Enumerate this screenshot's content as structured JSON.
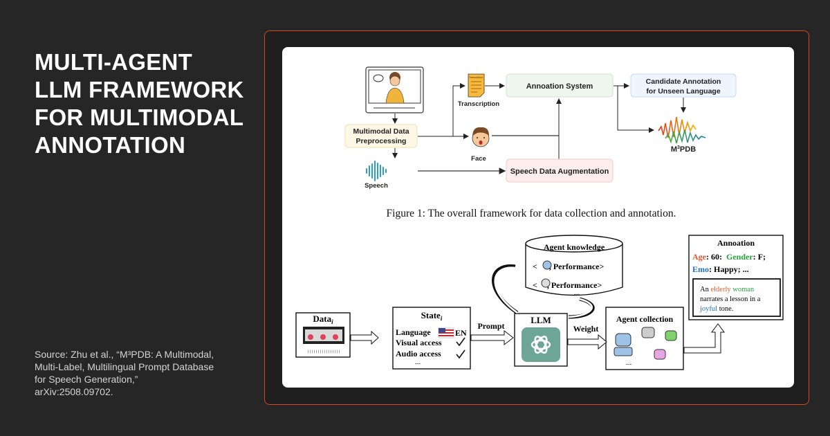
{
  "headline": [
    "MULTI-AGENT",
    "LLM FRAMEWORK",
    "FOR MULTIMODAL",
    "ANNOTATION"
  ],
  "source": "Source: Zhu et al., “M³PDB: A Multimodal, Multi-Label, Multilingual Prompt Database for Speech Generation,” arXiv:2508.09702.",
  "colors": {
    "background": "#262626",
    "accent_border": "#d8461f",
    "panel": "#ffffff"
  },
  "figure1": {
    "preprocessing": [
      "Multimodal Data",
      "Preprocessing"
    ],
    "speech": "Speech",
    "transcription": "Transcription",
    "transcription_doc": "Transcription",
    "face": "Face",
    "annotation_system": "Annoation System",
    "speech_augmentation": "Speech Data Augmentation",
    "candidate": [
      "Candidate Annotation",
      "for Unseen Language"
    ],
    "m3pdb": {
      "base": "M",
      "sup": "3",
      "rest": "PDB"
    },
    "caption": "Figure 1: The overall framework for data collection and annotation."
  },
  "figure2": {
    "data": {
      "label": "Data",
      "sub": "i"
    },
    "state": {
      "label": "State",
      "sub": "i",
      "rows": [
        "Language",
        "Visual access",
        "Audio access",
        "..."
      ],
      "lang_code": "EN"
    },
    "prompt": "Prompt",
    "llm": "LLM",
    "weight": "Weight",
    "knowledge": {
      "title": "Agent knowledge",
      "rows": [
        "< ",
        ", Performance>",
        "<",
        ", Performance>"
      ],
      "more": "..."
    },
    "collection": {
      "title": "Agent collection",
      "more": "..."
    },
    "annotation": {
      "title": "Annoation",
      "age_key": "Age",
      "age_val": ": 60:",
      "gender_key": "Gender",
      "gender_val": ": F;",
      "emo_key": "Emo",
      "emo_val": ": Happy; ...",
      "caption_parts": [
        "An ",
        "elderly",
        " ",
        "woman",
        "narrates a lesson in a",
        "joyful",
        " tone."
      ]
    }
  }
}
